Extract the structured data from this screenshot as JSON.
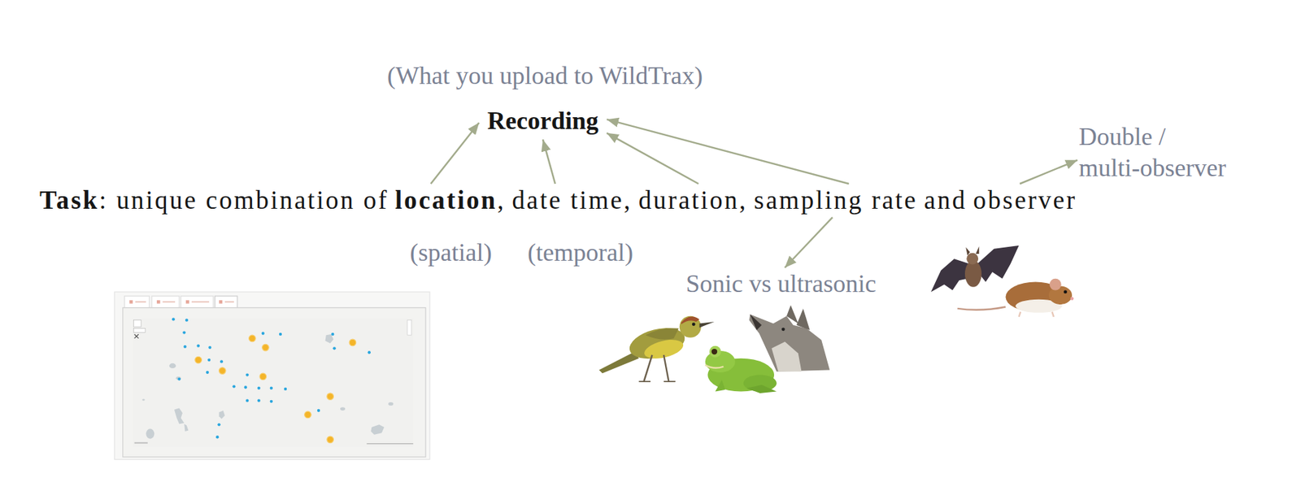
{
  "diagram": {
    "nodes": [
      {
        "text": [
          "Recording"
        ]
      },
      {
        "text": [
          "location"
        ]
      },
      {
        "text": [
          "date time,"
        ]
      },
      {
        "text": [
          "duration,"
        ]
      },
      {
        "text": [
          "sampling rate"
        ]
      },
      {
        "text": [
          "observer"
        ]
      },
      {
        "text": [
          "Double / multi-observer"
        ]
      },
      {
        "text": [
          "Sonic vs ultrasonic"
        ]
      }
    ],
    "edges": [
      {
        "from": 1,
        "to": 0,
        "arrow": "to"
      },
      {
        "from": 2,
        "to": 0,
        "arrow": "to"
      },
      {
        "from": 3,
        "to": 0,
        "arrow": "to"
      },
      {
        "from": 4,
        "to": 0,
        "arrow": "to"
      },
      {
        "from": 4,
        "to": 7,
        "arrow": "to"
      },
      {
        "from": 5,
        "to": 6,
        "arrow": "to"
      }
    ],
    "labels": [
      "(What you upload to WildTrax)",
      "Task",
      ": unique combination of",
      ",",
      "and",
      "(spatial)",
      "(temporal)"
    ]
  }
}
